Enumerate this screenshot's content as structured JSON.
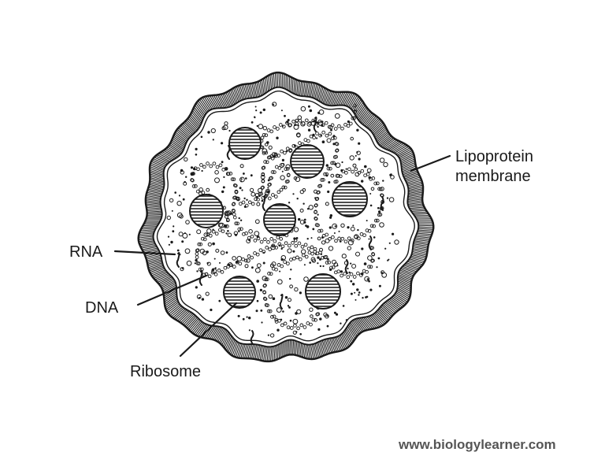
{
  "labels": {
    "lipoprotein_line1": "Lipoprotein",
    "lipoprotein_line2": "membrane",
    "rna": "RNA",
    "dna": "DNA",
    "ribosome": "Ribosome"
  },
  "watermark": "www.biologylearner.com",
  "colors": {
    "ink": "#1a1a1a",
    "fill": "#ffffff",
    "watermark": "#555555"
  }
}
